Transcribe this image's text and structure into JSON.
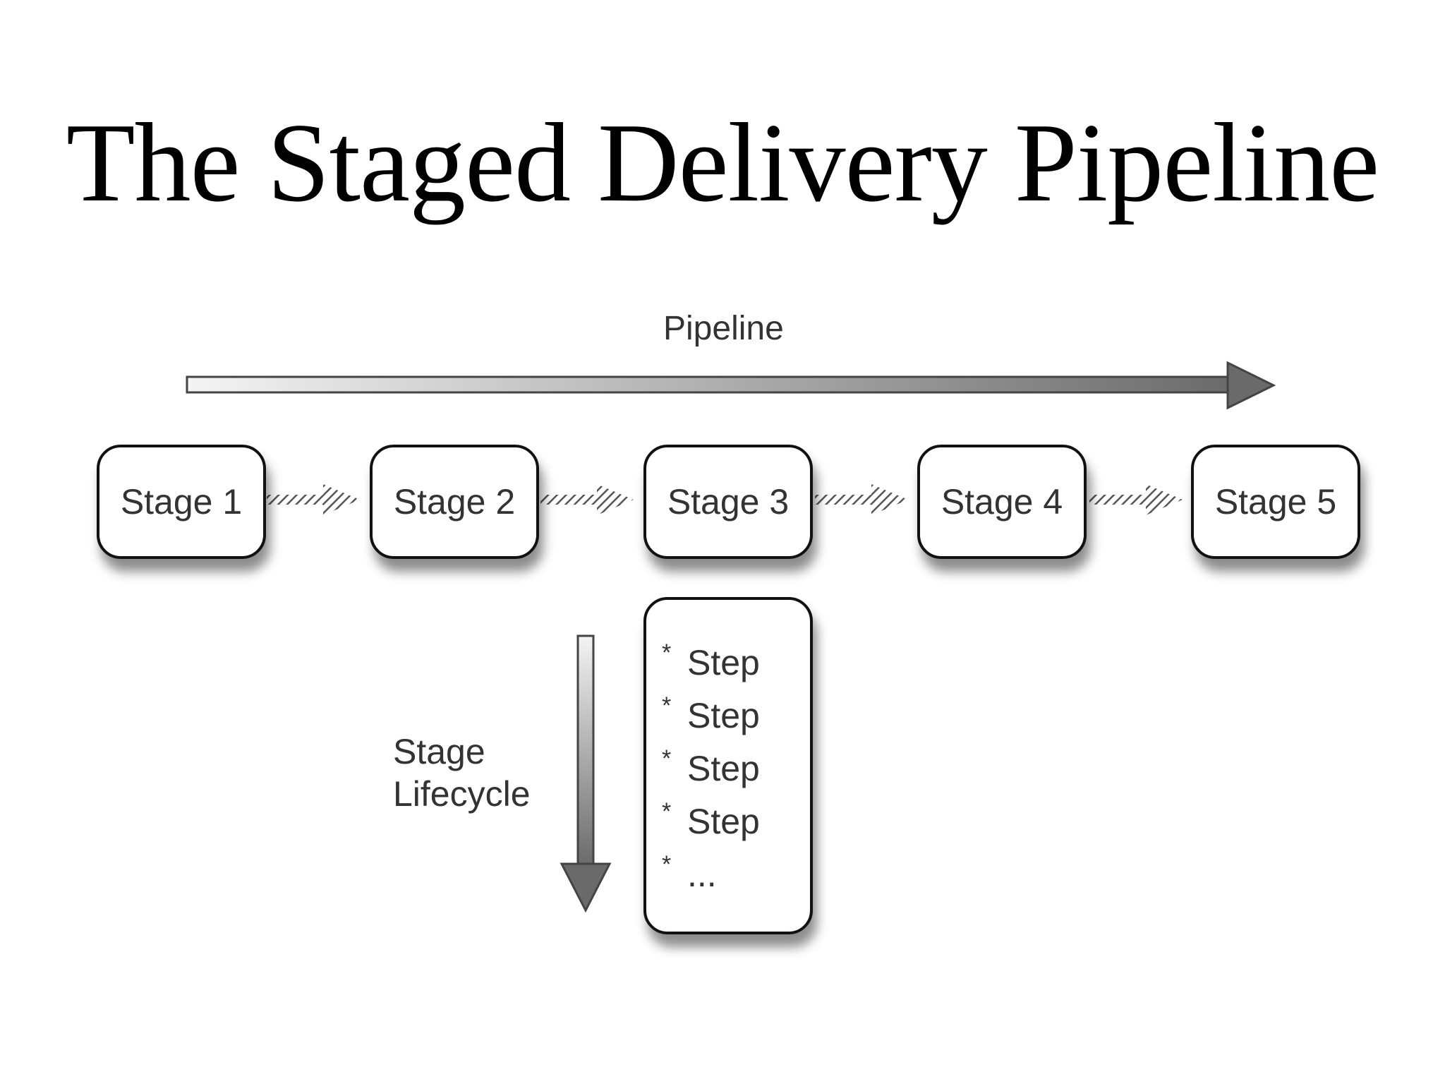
{
  "slide": {
    "title": "The Staged Delivery Pipeline"
  },
  "diagram": {
    "pipeline_label": "Pipeline",
    "lifecycle_label_line1": "Stage",
    "lifecycle_label_line2": "Lifecycle",
    "stages": [
      "Stage 1",
      "Stage 2",
      "Stage 3",
      "Stage 4",
      "Stage 5"
    ],
    "steps": [
      "Step",
      "Step",
      "Step",
      "Step",
      "..."
    ],
    "bullet": "*"
  },
  "colors": {
    "background": "#ffffff",
    "text": "#333333",
    "border": "#111111",
    "arrow_dark": "#6e6e6e",
    "arrow_light": "#f2f2f2"
  }
}
